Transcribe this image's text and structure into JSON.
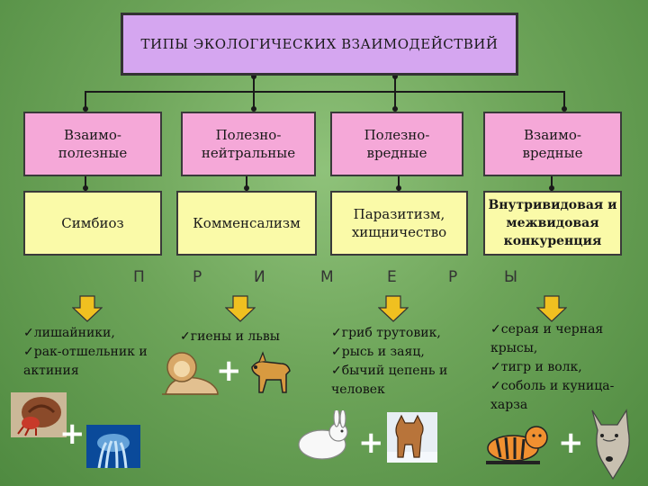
{
  "title": "ТИПЫ ЭКОЛОГИЧЕСКИХ  ВЗАИМОДЕЙСТВИЙ",
  "categories": [
    {
      "label": "Взаимо-\nполезные",
      "type": "Симбиоз"
    },
    {
      "label": "Полезно-\nнейтральные",
      "type": "Комменсализм"
    },
    {
      "label": "Полезно-\nвредные",
      "type": "Паразитизм,\nхищничество"
    },
    {
      "label": "Взаимо-\nвредные",
      "type": "Внутривидовая и\nмежвидовая\nконкуренция"
    }
  ],
  "examples_word": [
    "П",
    "Р",
    "И",
    "М",
    "Е",
    "Р",
    "Ы"
  ],
  "examples": [
    "✓лишайники,\n✓рак-отшельник и\nактиния",
    "✓гиены и львы",
    "✓гриб трутовик,\n✓рысь и заяц,\n✓бычий цепень и\nчеловек",
    "✓серая и черная\nкрысы,\n✓тигр и волк,\n✓соболь и куница-\nхарза"
  ],
  "plus_sign": "+",
  "colors": {
    "title_bg": "#d5a6f0",
    "category_bg": "#f5a8d8",
    "type_bg": "#fafaa8",
    "arrow": "#f0c020"
  },
  "icons": [
    "hermit-crab",
    "sea-anemone",
    "lion",
    "hyena",
    "hare",
    "lynx",
    "tiger",
    "wolf"
  ]
}
